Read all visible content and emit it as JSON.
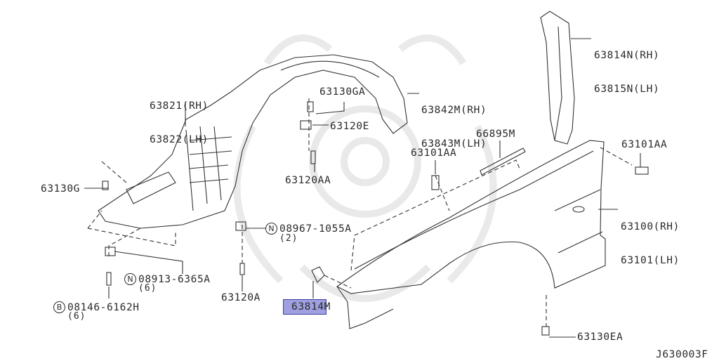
{
  "diagram": {
    "code": "J630003F",
    "highlight_color": "#7878d8",
    "labels": [
      {
        "id": "inner-fender-front",
        "line1": "63821(RH)",
        "line2": "63822(LH)"
      },
      {
        "id": "clip-63130GA",
        "line1": "63130GA"
      },
      {
        "id": "inner-fender-rear",
        "line1": "63842M(RH)",
        "line2": "63843M(LH)"
      },
      {
        "id": "nut-63120E",
        "line1": "63120E"
      },
      {
        "id": "screw-63120AA",
        "line1": "63120AA"
      },
      {
        "id": "clip-63130G",
        "line1": "63130G"
      },
      {
        "id": "nut-08967",
        "prefix": "N",
        "line1": "08967-1055A",
        "qty": "(2)"
      },
      {
        "id": "nut-08913",
        "prefix": "N",
        "line1": "08913-6365A",
        "qty": "(6)"
      },
      {
        "id": "bolt-08146",
        "prefix": "B",
        "line1": "08146-6162H",
        "qty": "(6)"
      },
      {
        "id": "screw-63120A",
        "line1": "63120A"
      },
      {
        "id": "bracket-63814M",
        "line1": "63814M",
        "highlighted": true
      },
      {
        "id": "bolt-63101AA-mid",
        "line1": "63101AA"
      },
      {
        "id": "seal-66895M",
        "line1": "66895M"
      },
      {
        "id": "insulator",
        "line1": "63814N(RH)",
        "line2": "63815N(LH)"
      },
      {
        "id": "bolt-63101AA-right",
        "line1": "63101AA"
      },
      {
        "id": "front-fender",
        "line1": "63100(RH)",
        "line2": "63101(LH)"
      },
      {
        "id": "clip-63130EA",
        "line1": "63130EA"
      }
    ]
  }
}
